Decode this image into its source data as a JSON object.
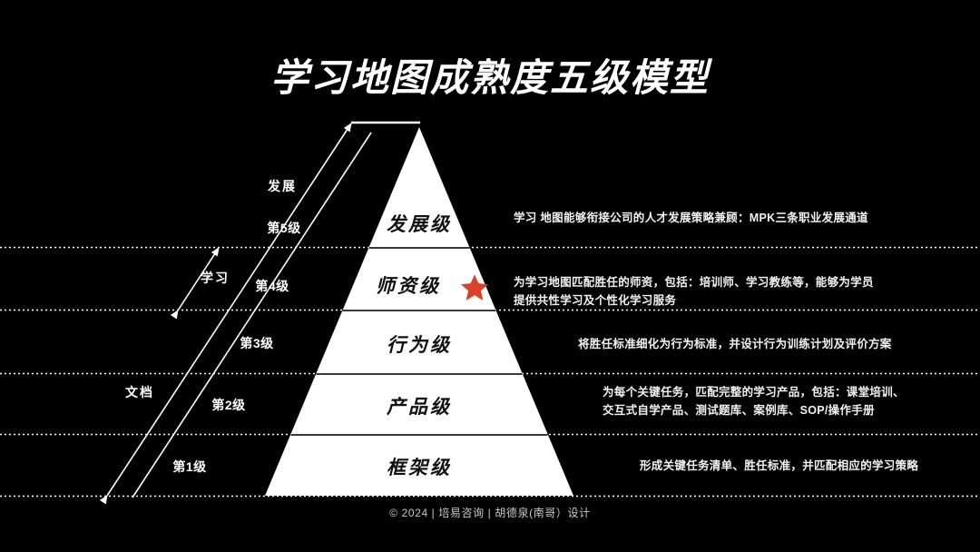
{
  "slide": {
    "title": "学习地图成熟度五级模型",
    "background_color": "#000000",
    "title_color": "#ffffff",
    "accent_color": "#D9412B",
    "pyramid_fill": "#FFFFFF",
    "pyramid_text_color": "#111111",
    "rule_color": "#FFFFFF"
  },
  "footer": {
    "text": "© 2024 | 培易咨询 | 胡德泉(南哥）设计"
  },
  "groups": [
    {
      "label": "发展",
      "covers": "第5级"
    },
    {
      "label": "学习",
      "covers": "第4级"
    },
    {
      "label": "文档",
      "covers": "第1级-第3级"
    }
  ],
  "tiers": [
    {
      "level_label": "第5级",
      "name": "发展级",
      "marked": false,
      "description_lines": [
        "学习 地图能够衔接公司的人才发展策略兼顾：MPK三条职业发展通道"
      ]
    },
    {
      "level_label": "第4级",
      "name": "师资级",
      "marked": true,
      "marker_icon": "star-icon",
      "description_lines": [
        "为学习地图匹配胜任的师资，包括：培训师、学习教练等，能够为学员",
        "提供共性学习及个性化学习服务"
      ]
    },
    {
      "level_label": "第3级",
      "name": "行为级",
      "marked": false,
      "description_lines": [
        "将胜任标准细化为行为标准，并设计行为训练计划及评价方案"
      ]
    },
    {
      "level_label": "第2级",
      "name": "产品级",
      "marked": false,
      "description_lines": [
        "为每个关键任务，匹配完整的学习产品，包括：课堂培训、",
        "交互式自学产品、测试题库、案例库、SOP/操作手册"
      ]
    },
    {
      "level_label": "第1级",
      "name": "框架级",
      "marked": false,
      "description_lines": [
        "形成关键任务清单、胜任标准，并匹配相应的学习策略"
      ]
    }
  ]
}
